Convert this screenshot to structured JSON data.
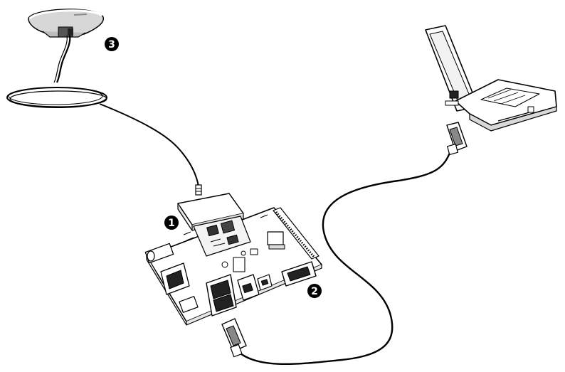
{
  "callouts": [
    {
      "id": "board",
      "label": "1"
    },
    {
      "id": "serial-cable",
      "label": "2"
    },
    {
      "id": "gps-antenna",
      "label": "3"
    }
  ],
  "colors": {
    "ink": "#000000",
    "paper": "#ffffff",
    "antenna_shade": "#cfcfcf",
    "screen": "#f2f2f2"
  },
  "icons": [
    "gps-antenna-icon",
    "laptop-icon",
    "circuit-board-icon",
    "db9-connector-icon"
  ]
}
